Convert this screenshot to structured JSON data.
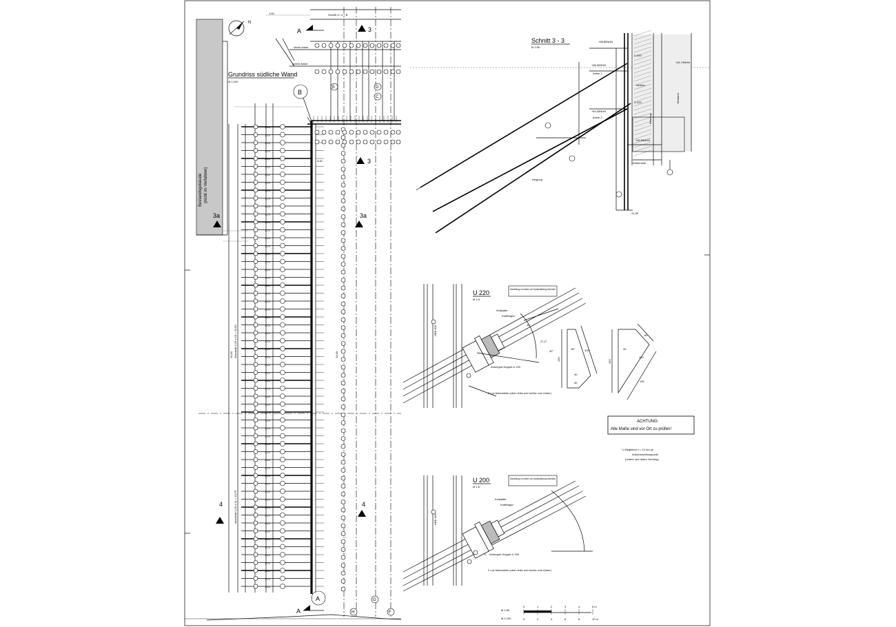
{
  "plan": {
    "title": "Grundriss südliche Wand",
    "scale": "M 1:100",
    "neighbor_building_line1": "Bestandsgebäude",
    "neighbor_building_line2": "(nicht im Verfahren)",
    "lower_anchor_label": "untere Anker",
    "upper_anchor_label": "obere Anker",
    "top_dim_label": "Schnitt 3 / 4 + B",
    "bottom_axis_A": "A",
    "top_axis_B": "B"
  },
  "sections": {
    "s3": "3",
    "s3a": "3a",
    "s4": "4",
    "cut_A": "A"
  },
  "grid_axes": [
    "A",
    "B",
    "C",
    "D",
    "E",
    "F",
    "G",
    "H"
  ],
  "section_3_3": {
    "title": "Schnitt 3 - 3",
    "scale": "M 1:50",
    "level_top": "+68,85NHN",
    "level_top2": "+66,90NHN",
    "level_mid": "+64,35NHN",
    "level_mid2": "+62,55NHN",
    "level_base": "+61,70NHN",
    "label_u200": "U 200",
    "label_u220": "U 220",
    "label_anker1": "Anker 1",
    "label_anker2": "Anker 2",
    "label_neigung": "Neigung",
    "label_ankerrost": "Ankerroste",
    "label_verbau": "Verbau",
    "label_bestand": "Bestand",
    "label_bohrung": "Bohrung",
    "label_bottom": "-11,50"
  },
  "detail_u220": {
    "title": "U 220",
    "scale": "M 1:5",
    "note": "Darstellung von Anker und Kopfausbildung informativ",
    "label_keil": "Keilplatte",
    "label_kraft": "Krafttrager",
    "label_gurt": "Ankergurt Doppel-U 220",
    "label_schrauben": "2 x je Ankerstelle (oben links und rechts vom Anker)",
    "label_hea": "HEB 300",
    "angle1": "27,4°",
    "angle2": "32°",
    "angle3": "45",
    "dim1": "148",
    "dim2": "220"
  },
  "detail_u200": {
    "title": "U 200",
    "scale": "M 1:5",
    "note": "Darstellung von Anker und Kopfausbildung informativ",
    "label_keil": "Keilplatte",
    "label_kraft": "Krafttrager",
    "label_gurt": "Ankergurt Doppel-U 200",
    "label_schrauben": "2 x je Ankerstelle (oben links und rechts vom Anker)",
    "label_hea": "HEB 300",
    "star": "*)"
  },
  "plates": {
    "dim_a": "130",
    "dim_b": "150",
    "dim_c": "120",
    "dim_d": "80",
    "dim_e": "40",
    "dim_f": "100"
  },
  "warning": {
    "line1": "ACHTUNG:",
    "line2": "Alle Maße sind vor Ort zu prüfen!"
  },
  "footnote": {
    "line1": "*)  Steglblech t = 10 mm je",
    "line2": "Ankeranschlusspunkt",
    "line3": "(untere und obere Gurtung)"
  },
  "scalebar": {
    "label_m1_50": "M 1:50",
    "label_m1_100": "M 1:100",
    "ticks": [
      "0",
      "1",
      "2",
      "3",
      "4",
      "5 m"
    ],
    "ticks2": [
      "0",
      "2",
      "4",
      "6",
      "8",
      "10 m"
    ]
  },
  "rows": {
    "spacing_label": "1,25",
    "dims": [
      "2,25",
      "1,74",
      "1,25",
      "1,25",
      "1,25"
    ],
    "long_dim_1": "Abschnitt 2,25 x 10 = 22,50",
    "long_dim_2": "16,50",
    "long_dim_3": "Abschnitt 1,25 x 11 = 13,75",
    "long_dim_4": "3,40",
    "long_dim_5": "13,60"
  }
}
